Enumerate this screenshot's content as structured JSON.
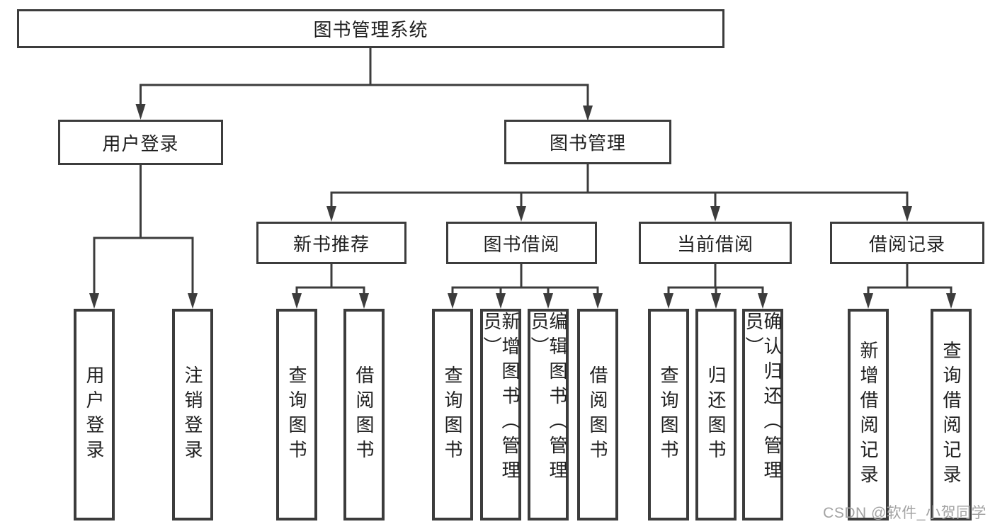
{
  "tree": {
    "root": {
      "label": "图书管理系统"
    },
    "children": [
      {
        "label": "用户登录",
        "children": [
          {
            "label": "用户登录"
          },
          {
            "label": "注销登录"
          }
        ]
      },
      {
        "label": "图书管理",
        "children": [
          {
            "label": "新书推荐",
            "children": [
              {
                "label": "查询图书"
              },
              {
                "label": "借阅图书"
              }
            ]
          },
          {
            "label": "图书借阅",
            "children": [
              {
                "label": "查询图书"
              },
              {
                "label": "新增图书（管理员）"
              },
              {
                "label": "编辑图书（管理员）"
              },
              {
                "label": "借阅图书"
              }
            ]
          },
          {
            "label": "当前借阅",
            "children": [
              {
                "label": "查询图书"
              },
              {
                "label": "归还图书"
              },
              {
                "label": "确认归还（管理员）"
              }
            ]
          },
          {
            "label": "借阅记录",
            "children": [
              {
                "label": "新增借阅记录"
              },
              {
                "label": "查询借阅记录"
              }
            ]
          }
        ]
      }
    ]
  },
  "watermark": {
    "text": "CSDN @软件_小贺同学"
  },
  "colors": {
    "line": "#3c3c3c",
    "text": "#202020",
    "box_background": "#ffffff",
    "watermark": "#a3a3a3"
  }
}
